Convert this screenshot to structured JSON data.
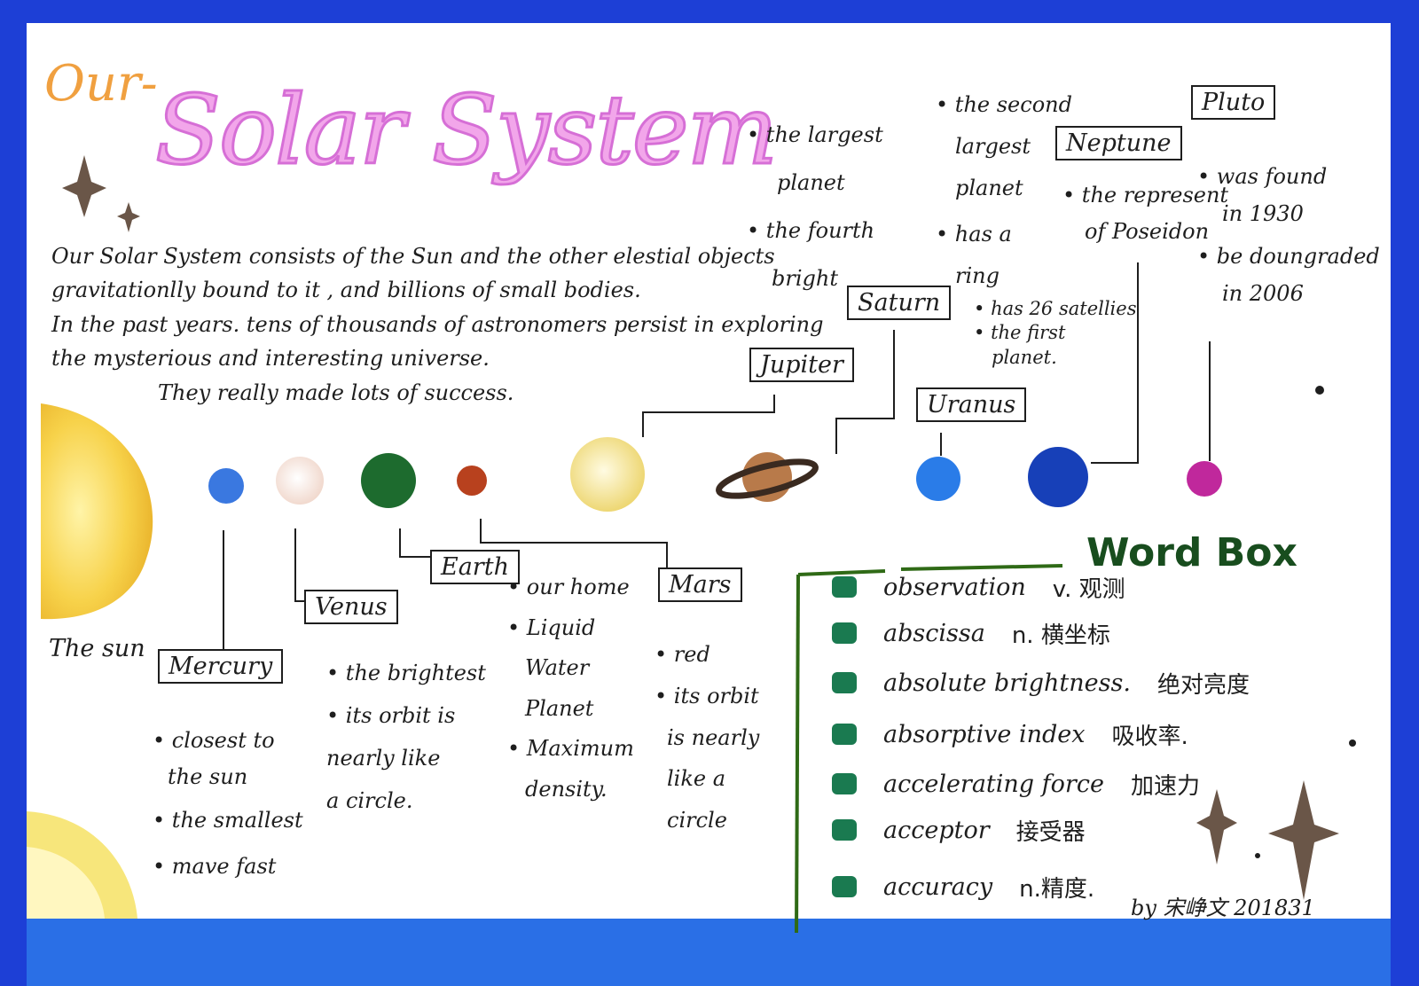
{
  "title": {
    "prefix": "Our-",
    "main": "Solar System"
  },
  "intro": [
    "Our Solar System consists of the Sun and the other elestial objects",
    "gravitationlly bound to it , and billions of small bodies.",
    "In the past years. tens of thousands of astronomers persist in exploring",
    "the mysterious and interesting universe.",
    "They really made lots of success."
  ],
  "sun_label": "The sun",
  "planets": {
    "mercury": {
      "name": "Mercury",
      "notes": [
        "closest to",
        "the sun",
        "the smallest",
        "mave fast"
      ]
    },
    "venus": {
      "name": "Venus",
      "notes": [
        "the brightest",
        "its orbit is",
        "nearly like",
        "a circle."
      ]
    },
    "earth": {
      "name": "Earth",
      "notes": [
        "our home",
        "Liquid",
        "Water",
        "Planet",
        "Maximum",
        "density."
      ]
    },
    "mars": {
      "name": "Mars",
      "notes": [
        "red",
        "its orbit",
        "is nearly",
        "like a",
        "circle"
      ]
    },
    "jupiter": {
      "name": "Jupiter",
      "notes": [
        "the largest",
        "planet",
        "the fourth",
        "bright"
      ]
    },
    "saturn": {
      "name": "Saturn",
      "notes": [
        "the second",
        "largest",
        "planet",
        "has a",
        "ring"
      ]
    },
    "uranus": {
      "name": "Uranus",
      "notes": [
        "has 26 satellies",
        "the first",
        "planet."
      ]
    },
    "neptune": {
      "name": "Neptune",
      "notes": [
        "the represent",
        "of Poseidon"
      ]
    },
    "pluto": {
      "name": "Pluto",
      "notes": [
        "was found",
        "in 1930",
        "be doungraded",
        "in 2006"
      ]
    }
  },
  "word_box": {
    "title": "Word Box",
    "items": [
      {
        "en": "observation",
        "zh": "v. 观测"
      },
      {
        "en": "abscissa",
        "zh": "n. 横坐标"
      },
      {
        "en": "absolute brightness.",
        "zh": "绝对亮度"
      },
      {
        "en": "absorptive index",
        "zh": "吸收率."
      },
      {
        "en": "accelerating force",
        "zh": "加速力"
      },
      {
        "en": "acceptor",
        "zh": "接受器"
      },
      {
        "en": "accuracy",
        "zh": "n.精度."
      }
    ]
  },
  "signature": "by 宋峥文 201831",
  "colors": {
    "frame": "#1d3fd6",
    "title_pink": "#f2a6ea",
    "title_orange": "#f0a040",
    "sun": "#f7d24a",
    "mercury": "#3a78e0",
    "venus": "#f6e6df",
    "earth": "#1d6b2e",
    "mars": "#b8411e",
    "jupiter": "#f3e08a",
    "saturn": "#b87a4a",
    "uranus": "#2a7ce8",
    "neptune": "#1740b8",
    "pluto": "#c0289c",
    "wordbox_green": "#184d1e"
  }
}
